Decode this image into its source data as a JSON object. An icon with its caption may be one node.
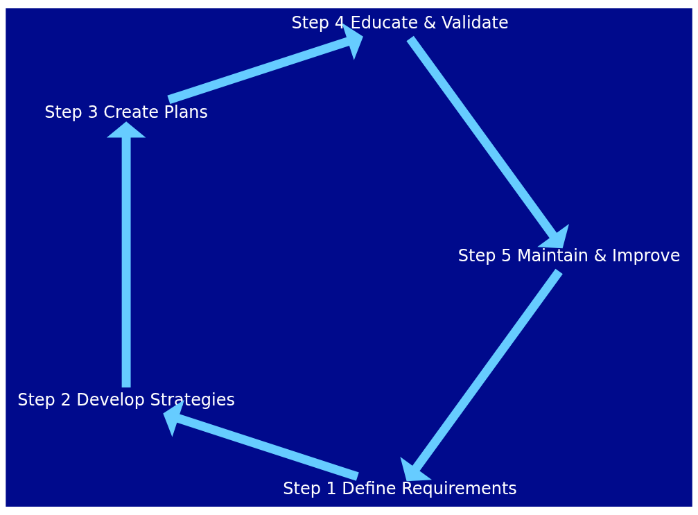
{
  "diagram": {
    "nodes": [
      {
        "text": [
          "Step 1 Define Requirements"
        ]
      },
      {
        "text": [
          "Step 2 Develop Strategies"
        ]
      },
      {
        "text": [
          "Step 3 Create Plans"
        ]
      },
      {
        "text": [
          "Step 4 Educate & Validate"
        ]
      },
      {
        "text": [
          "Step 5 Maintain & Improve"
        ]
      }
    ],
    "edges": [
      {
        "from": 0,
        "to": 1,
        "arrow": "to"
      },
      {
        "from": 1,
        "to": 2,
        "arrow": "to"
      },
      {
        "from": 2,
        "to": 3,
        "arrow": "to"
      },
      {
        "from": 3,
        "to": 4,
        "arrow": "to"
      },
      {
        "from": 4,
        "to": 0,
        "arrow": "to"
      }
    ]
  }
}
